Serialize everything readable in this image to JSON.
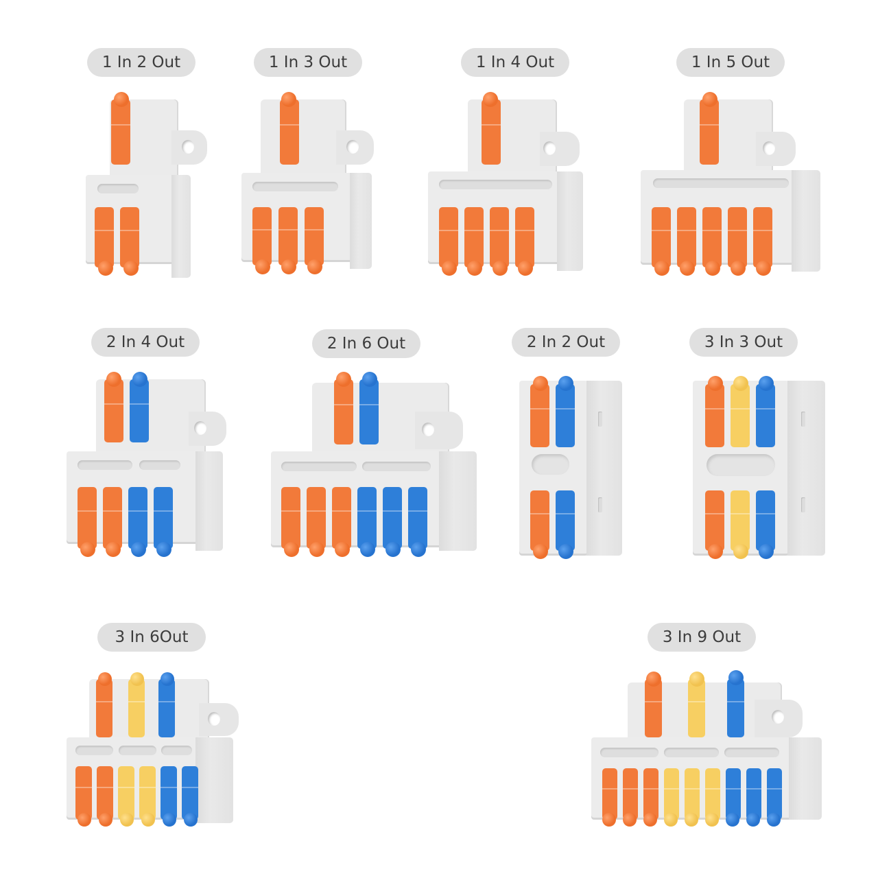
{
  "catalog": {
    "items": [
      {
        "label": "1 In 2 Out",
        "inputs": [
          "orange"
        ],
        "outputs": [
          "orange",
          "orange"
        ]
      },
      {
        "label": "1 In 3 Out",
        "inputs": [
          "orange"
        ],
        "outputs": [
          "orange",
          "orange",
          "orange"
        ]
      },
      {
        "label": "1 In 4 Out",
        "inputs": [
          "orange"
        ],
        "outputs": [
          "orange",
          "orange",
          "orange",
          "orange"
        ]
      },
      {
        "label": "1 In 5 Out",
        "inputs": [
          "orange"
        ],
        "outputs": [
          "orange",
          "orange",
          "orange",
          "orange",
          "orange"
        ]
      },
      {
        "label": "2 In 4 Out",
        "inputs": [
          "orange",
          "blue"
        ],
        "outputs": [
          "orange",
          "orange",
          "blue",
          "blue"
        ]
      },
      {
        "label": "2 In 6 Out",
        "inputs": [
          "orange",
          "blue"
        ],
        "outputs": [
          "orange",
          "orange",
          "orange",
          "blue",
          "blue",
          "blue"
        ]
      },
      {
        "label": "2 In 2 Out",
        "inputs": [
          "orange",
          "blue"
        ],
        "outputs": [
          "orange",
          "blue"
        ]
      },
      {
        "label": "3 In 3 Out",
        "inputs": [
          "orange",
          "yellow",
          "blue"
        ],
        "outputs": [
          "orange",
          "yellow",
          "blue"
        ]
      },
      {
        "label": "3 In 6Out",
        "inputs": [
          "orange",
          "yellow",
          "blue"
        ],
        "outputs": [
          "orange",
          "orange",
          "yellow",
          "yellow",
          "blue",
          "blue"
        ]
      },
      {
        "label": "3 In 9 Out",
        "inputs": [
          "orange",
          "yellow",
          "blue"
        ],
        "outputs": [
          "orange",
          "orange",
          "orange",
          "yellow",
          "yellow",
          "yellow",
          "blue",
          "blue",
          "blue"
        ]
      }
    ]
  },
  "colors": {
    "orange": "#f27a3a",
    "blue": "#2e7fd9",
    "yellow": "#f7cf62",
    "housing": "#ececec",
    "label_bg": "#e0e0e0",
    "label_text": "#3c3c3c"
  }
}
